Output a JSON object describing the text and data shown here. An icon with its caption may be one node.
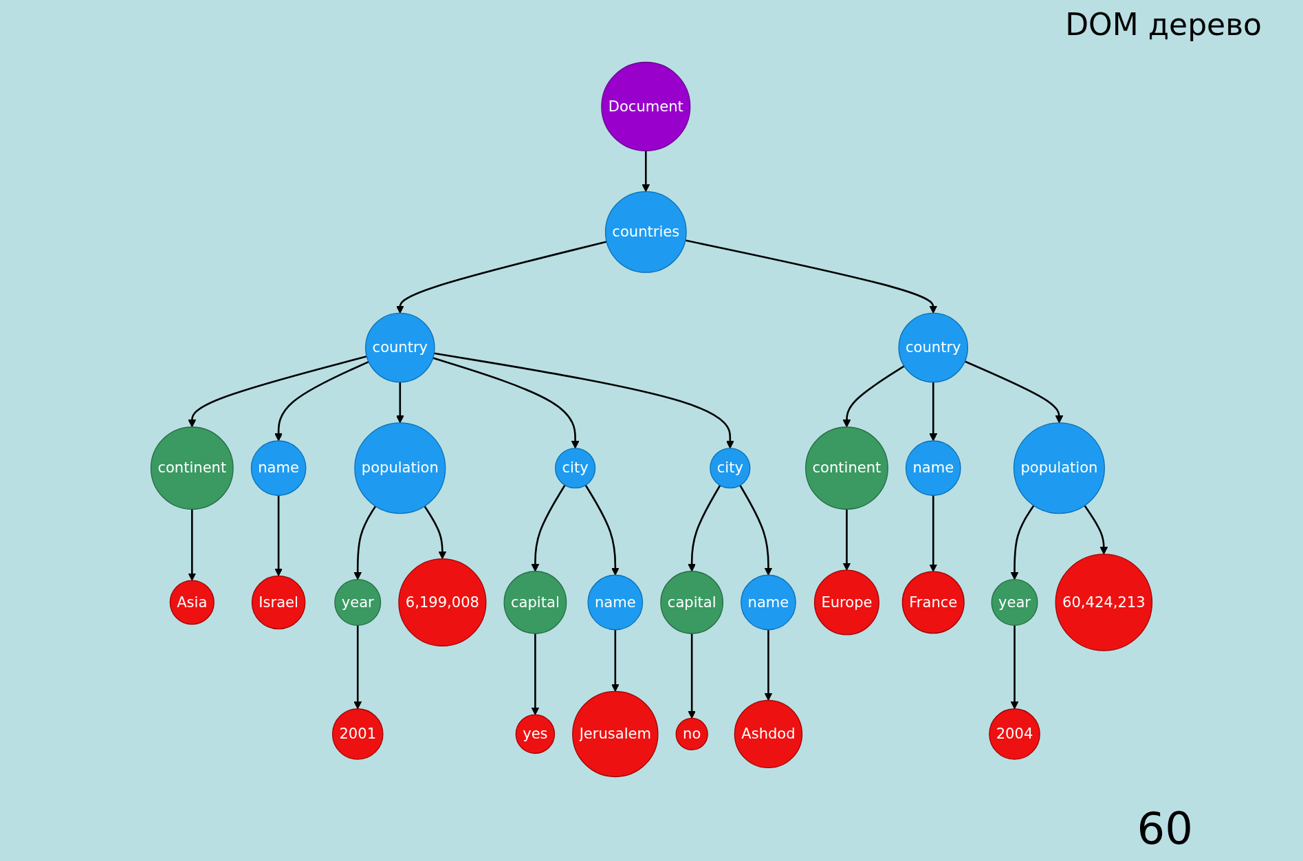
{
  "diagram": {
    "title": "DOM дерево",
    "nodes": [
      {
        "text": [
          "Document"
        ]
      },
      {
        "text": [
          "countries"
        ]
      },
      {
        "text": [
          "country"
        ]
      },
      {
        "text": [
          "continent"
        ]
      },
      {
        "text": [
          "Asia"
        ]
      },
      {
        "text": [
          "name"
        ]
      },
      {
        "text": [
          "Israel"
        ]
      },
      {
        "text": [
          "population"
        ]
      },
      {
        "text": [
          "year"
        ]
      },
      {
        "text": [
          "2001"
        ]
      },
      {
        "text": [
          "6,199,008"
        ]
      },
      {
        "text": [
          "city"
        ]
      },
      {
        "text": [
          "capital"
        ]
      },
      {
        "text": [
          "yes"
        ]
      },
      {
        "text": [
          "name"
        ]
      },
      {
        "text": [
          "Jerusalem"
        ]
      },
      {
        "text": [
          "city"
        ]
      },
      {
        "text": [
          "capital"
        ]
      },
      {
        "text": [
          "no"
        ]
      },
      {
        "text": [
          "name"
        ]
      },
      {
        "text": [
          "Ashdod"
        ]
      },
      {
        "text": [
          "country"
        ]
      },
      {
        "text": [
          "continent"
        ]
      },
      {
        "text": [
          "Europe"
        ]
      },
      {
        "text": [
          "name"
        ]
      },
      {
        "text": [
          "France"
        ]
      },
      {
        "text": [
          "population"
        ]
      },
      {
        "text": [
          "year"
        ]
      },
      {
        "text": [
          "2004"
        ]
      },
      {
        "text": [
          "60,424,213"
        ]
      }
    ],
    "edges": [
      {
        "from": 0,
        "to": 1,
        "arrow": "to"
      },
      {
        "from": 1,
        "to": 2,
        "arrow": "to"
      },
      {
        "from": 1,
        "to": 21,
        "arrow": "to"
      },
      {
        "from": 2,
        "to": 3,
        "arrow": "to"
      },
      {
        "from": 3,
        "to": 4,
        "arrow": "to"
      },
      {
        "from": 2,
        "to": 5,
        "arrow": "to"
      },
      {
        "from": 5,
        "to": 6,
        "arrow": "to"
      },
      {
        "from": 2,
        "to": 7,
        "arrow": "to"
      },
      {
        "from": 7,
        "to": 8,
        "arrow": "to"
      },
      {
        "from": 8,
        "to": 9,
        "arrow": "to"
      },
      {
        "from": 7,
        "to": 10,
        "arrow": "to"
      },
      {
        "from": 2,
        "to": 11,
        "arrow": "to"
      },
      {
        "from": 11,
        "to": 12,
        "arrow": "to"
      },
      {
        "from": 12,
        "to": 13,
        "arrow": "to"
      },
      {
        "from": 11,
        "to": 14,
        "arrow": "to"
      },
      {
        "from": 14,
        "to": 15,
        "arrow": "to"
      },
      {
        "from": 2,
        "to": 16,
        "arrow": "to"
      },
      {
        "from": 16,
        "to": 17,
        "arrow": "to"
      },
      {
        "from": 17,
        "to": 18,
        "arrow": "to"
      },
      {
        "from": 16,
        "to": 19,
        "arrow": "to"
      },
      {
        "from": 19,
        "to": 20,
        "arrow": "to"
      },
      {
        "from": 21,
        "to": 22,
        "arrow": "to"
      },
      {
        "from": 22,
        "to": 23,
        "arrow": "to"
      },
      {
        "from": 21,
        "to": 24,
        "arrow": "to"
      },
      {
        "from": 24,
        "to": 25,
        "arrow": "to"
      },
      {
        "from": 21,
        "to": 26,
        "arrow": "to"
      },
      {
        "from": 26,
        "to": 27,
        "arrow": "to"
      },
      {
        "from": 27,
        "to": 28,
        "arrow": "to"
      },
      {
        "from": 26,
        "to": 29,
        "arrow": "to"
      }
    ],
    "labels": [
      "60"
    ]
  }
}
